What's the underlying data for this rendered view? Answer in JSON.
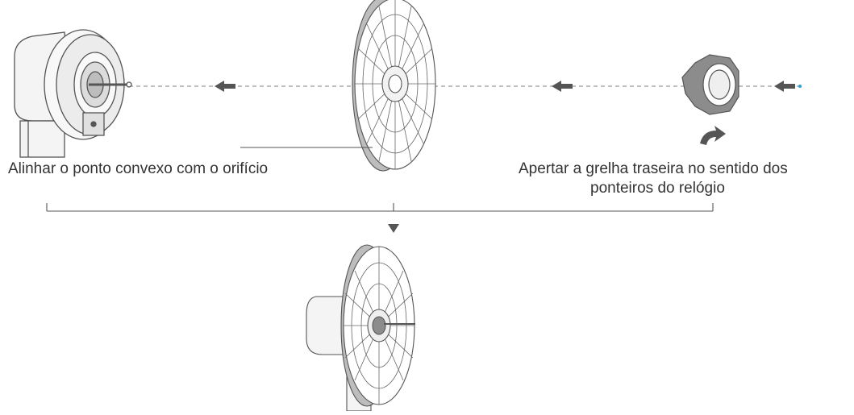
{
  "colors": {
    "line": "#555555",
    "fill_light": "#f2f2f2",
    "fill_mid": "#cfcfcf",
    "fill_dark": "#8c8c8c",
    "arrow": "#555555",
    "accent_dot": "#2a9fd6"
  },
  "captions": {
    "align": "Alinhar o ponto convexo com o orifício",
    "tighten_line1": "Apertar a grelha traseira no sentido dos",
    "tighten_line2": "ponteiros do relógio"
  },
  "icons": {
    "direction_arrow": "arrow-left-icon",
    "rotate_arrow": "rotate-clockwise-icon",
    "result_arrow": "triangle-down-icon"
  }
}
